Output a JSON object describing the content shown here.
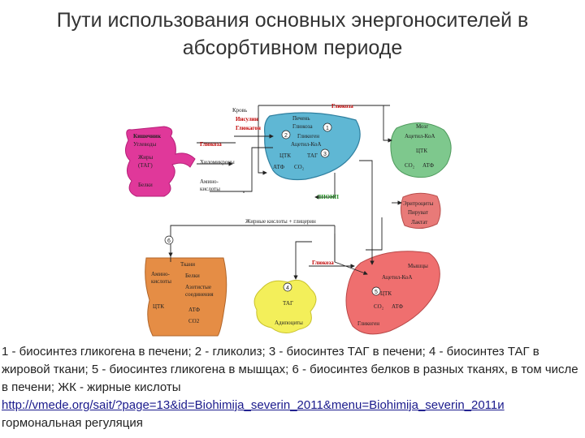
{
  "title": {
    "line1": "Пути использования основных энергоносителей в",
    "line2": "абсорбтивном периоде"
  },
  "diagram": {
    "blood": "Кровь",
    "insulin": "Инсулин",
    "glucagon": "Глюкагон",
    "glucose": "Глюкоза",
    "intestine": [
      "Кишечник",
      "Углеводы",
      "Жиры",
      "(ТАГ)",
      "Белки"
    ],
    "chylomicrons": "Хиломикроны",
    "amino_acids": [
      "Амино-",
      "кислоты"
    ],
    "liver": [
      "Печень",
      "Глюкоза",
      "Гликоген",
      "Ацетил-КоА",
      "ЦТК",
      "ТАГ",
      "АТФ",
      "СО₂"
    ],
    "brain": [
      "Мозг",
      "Ацетил-КоА",
      "ЦТК",
      "СО₂",
      "АТФ"
    ],
    "erythrocytes": [
      "Эритроциты",
      "Пируват",
      "Лактат"
    ],
    "lipoprotein": "ЛПОНП",
    "fa_glycerol": "Жирные кислоты + глицерин",
    "other_tissues": [
      "Ткани",
      "Амино-",
      "кислоты",
      "Белки",
      "Азотистые",
      "соединения",
      "ЦТК",
      "АТФ",
      "СО2"
    ],
    "adipose": [
      "ТАГ",
      "Адипоциты"
    ],
    "muscle": [
      "Мышцы",
      "Ацетил-КоА",
      "ЦТК",
      "СО₂",
      "АТФ",
      "Гликоген"
    ],
    "step_numbers": [
      "1",
      "2",
      "3",
      "4",
      "5",
      "6"
    ],
    "colors": {
      "liver": "#5fb7d4",
      "intestine": "#e0389a",
      "brain": "#7ec88d",
      "erythrocytes": "#e87a78",
      "tissues": "#e58d45",
      "adipose": "#f3ef5a",
      "muscle": "#ef6f6f",
      "arrow": "#222222",
      "hormone": "#c00000",
      "lipoprotein": "#1b8a1b"
    }
  },
  "caption": {
    "text": "1 - биосинтез гликогена в печени; 2 - гликолиз; 3 - биосинтез ТАГ в печени; 4 - биосинтез ТАГ в жировой ткани; 5 - биосинтез гликогена в мышцах; 6 - биосинтез белков в разных тканях, в том числе в печени; ЖК - жирные кислоты",
    "link": "http://vmede.org/sait/?page=13&id=Biohimija_severin_2011&menu=Biohimija_severin_2011и",
    "tail": "гормональная регуляция"
  }
}
